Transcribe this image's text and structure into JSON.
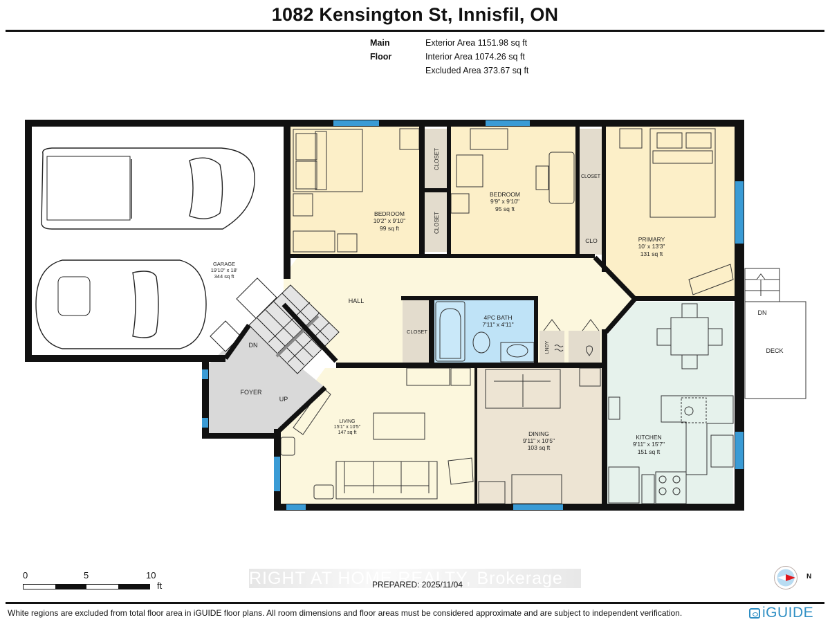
{
  "header": {
    "title": "1082 Kensington St, Innisfil, ON",
    "floor_name": "Main Floor",
    "areas": [
      "Exterior Area 1151.98 sq ft",
      "Interior Area 1074.26 sq ft",
      "Excluded Area 373.67 sq ft"
    ]
  },
  "colors": {
    "wall": "#111111",
    "bedroom_fill": "#fcefc8",
    "hall_fill": "#fcf7dd",
    "bath_fill": "#bfe3f7",
    "closet_fill": "#e3dccd",
    "dining_fill": "#ede4d3",
    "kitchen_fill": "#e6f2ec",
    "foyer_fill": "#d9d9d9",
    "window": "#3a9bd5",
    "brand": "#2f8fc4",
    "compass_arrow": "#e0161b"
  },
  "rooms": {
    "garage": {
      "name": "GARAGE",
      "dims": "19'10\" x 18'",
      "area": "344 sq ft"
    },
    "bedroom1": {
      "name": "BEDROOM",
      "dims": "10'2\" x 9'10\"",
      "area": "99 sq ft"
    },
    "bedroom2": {
      "name": "BEDROOM",
      "dims": "9'9\" x 9'10\"",
      "area": "95 sq ft"
    },
    "primary": {
      "name": "PRIMARY",
      "dims": "10' x 13'3\"",
      "area": "131 sq ft"
    },
    "hall": {
      "name": "HALL"
    },
    "bath": {
      "name": "4PC BATH",
      "dims": "7'11\" x 4'11\""
    },
    "living": {
      "name": "LIVING",
      "dims": "15'1\" x 10'5\"",
      "area": "147 sq ft"
    },
    "dining": {
      "name": "DINING",
      "dims": "9'11\" x 10'5\"",
      "area": "103 sq ft"
    },
    "kitchen": {
      "name": "KITCHEN",
      "dims": "9'11\" x 15'7\"",
      "area": "151 sq ft"
    },
    "foyer": {
      "name": "FOYER"
    },
    "deck": {
      "name": "DECK"
    },
    "closet_labels": {
      "closet": "CLOSET",
      "clo": "CLO",
      "lndy": "LNDY"
    },
    "stairs": {
      "down": "DN",
      "up": "UP"
    },
    "deck_stairs": {
      "down": "DN"
    }
  },
  "scale_bar": {
    "ticks": [
      "0",
      "5",
      "10"
    ],
    "unit": "ft"
  },
  "watermark": "RIGHT AT HOME REALTY, Brokerage",
  "prepared": "PREPARED: 2025/11/04",
  "compass": {
    "label": "N"
  },
  "footer": {
    "disclaimer": "White regions are excluded from total floor area in iGUIDE floor plans. All room dimensions and floor areas must be considered approximate and are subject to independent verification.",
    "brand": "iGUIDE"
  }
}
